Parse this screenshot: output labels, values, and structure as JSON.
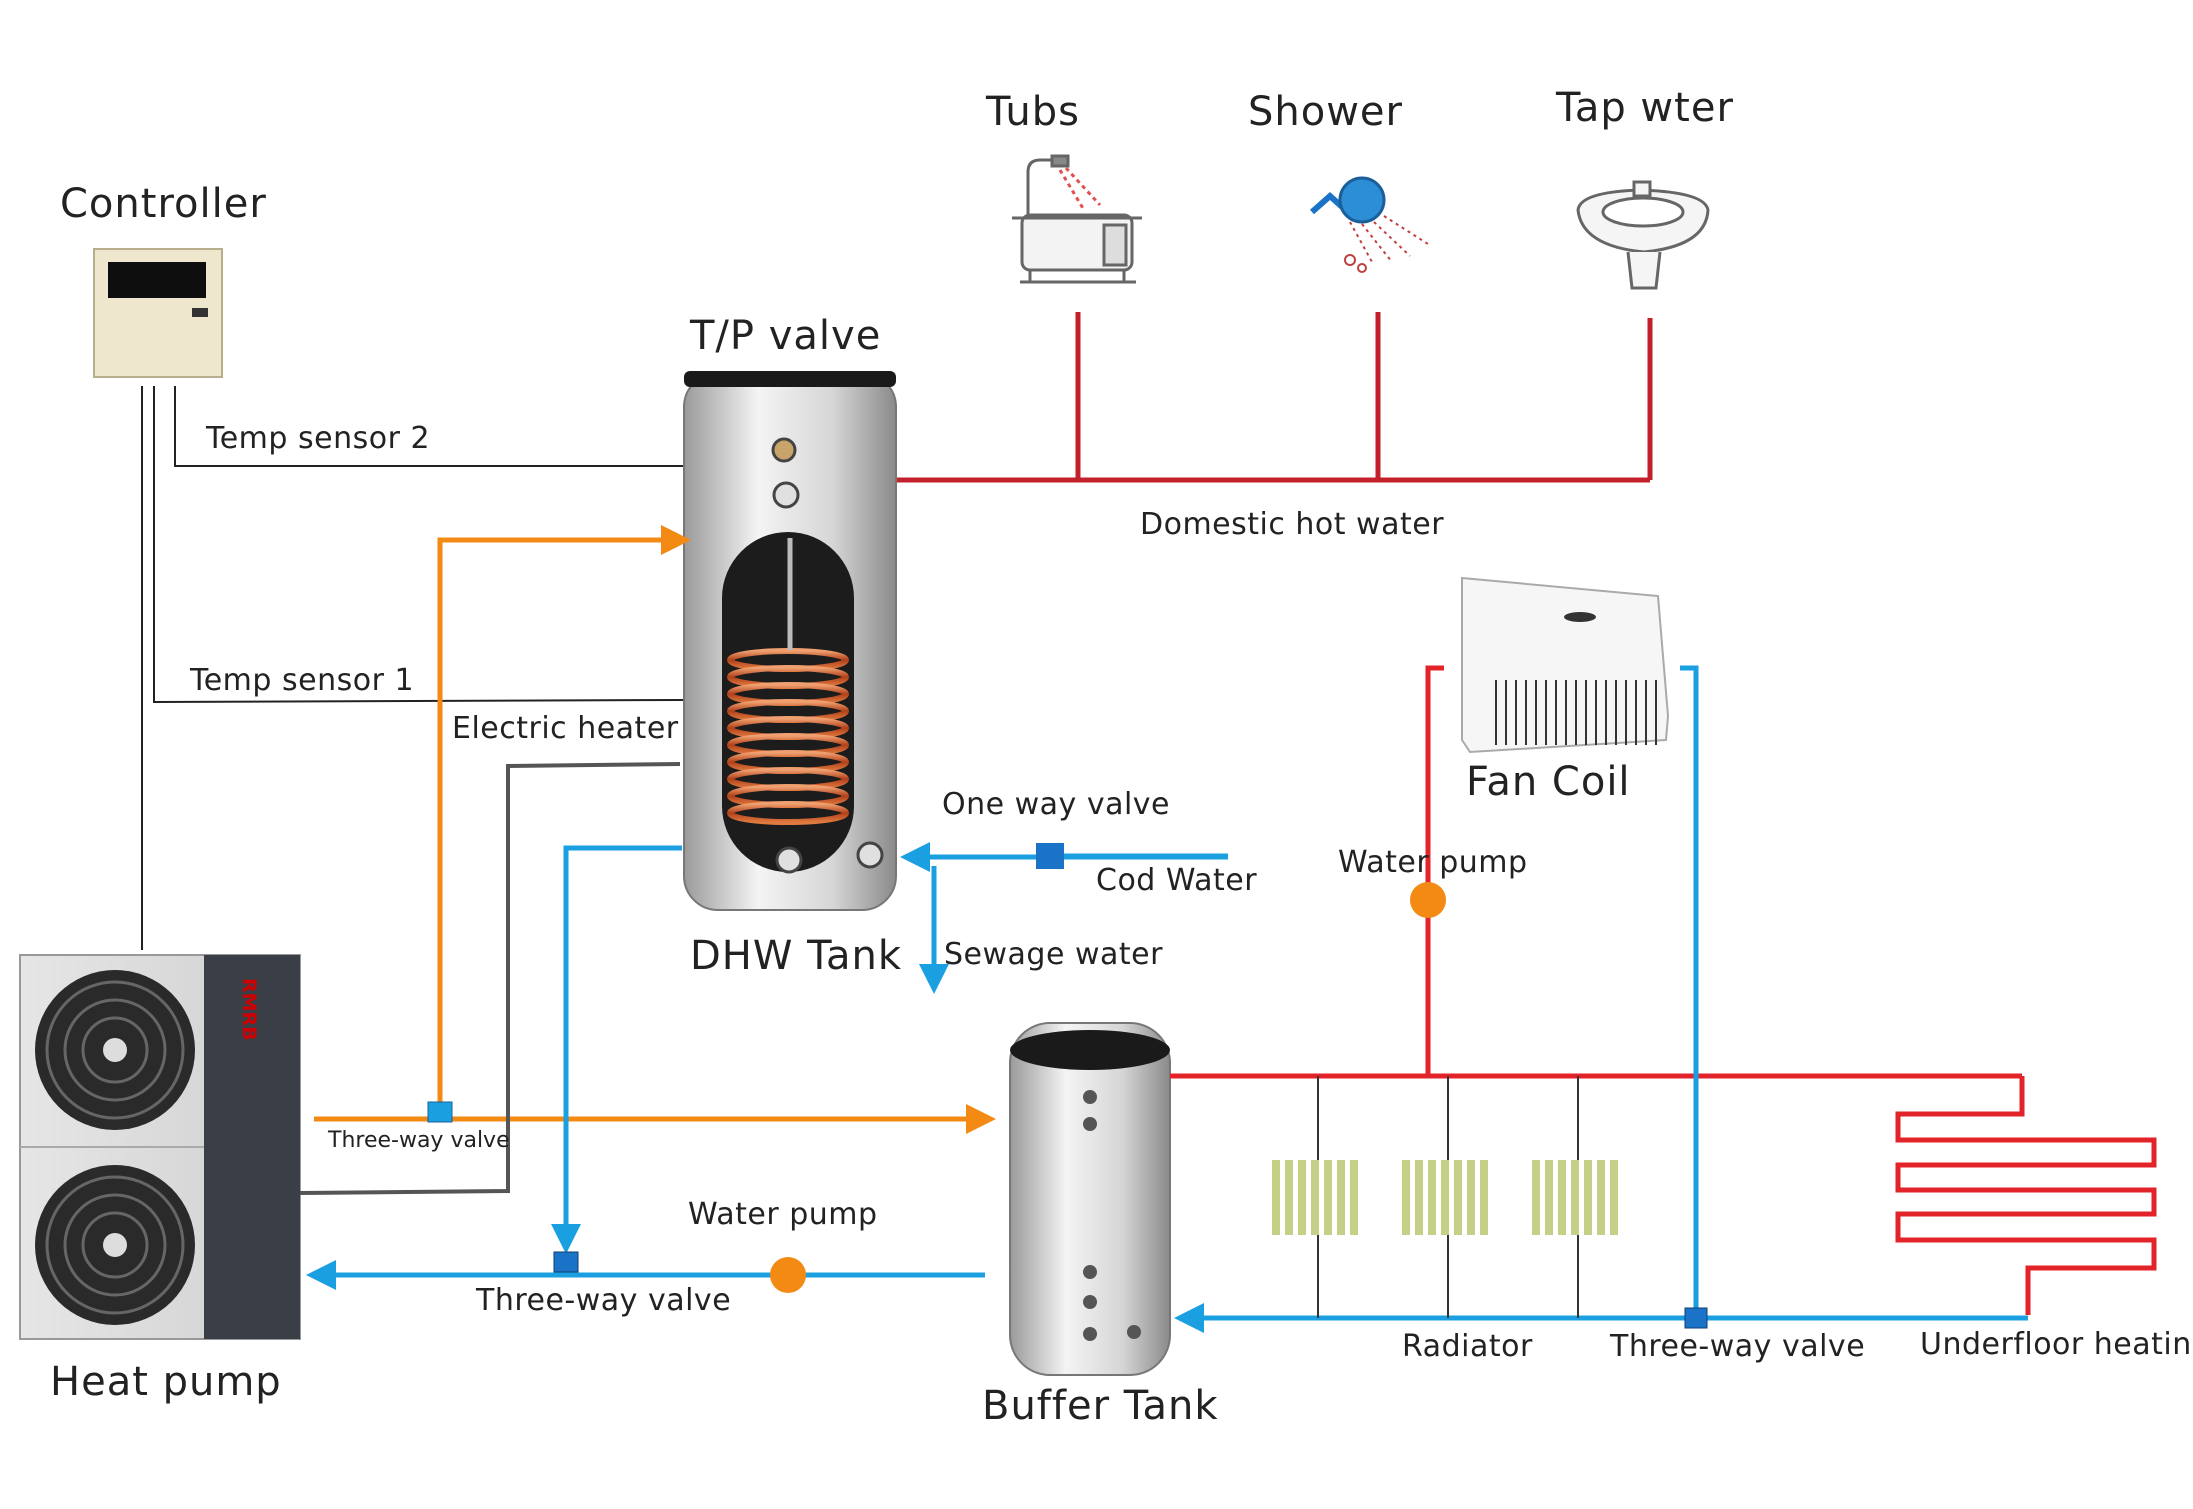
{
  "labels": {
    "tubs": "Tubs",
    "shower": "Shower",
    "tap_water": "Tap wter",
    "controller": "Controller",
    "tp_valve": "T/P valve",
    "temp_sensor_2": "Temp sensor 2",
    "temp_sensor_1": "Temp sensor 1",
    "electric_heater": "Electric heater",
    "domestic_hot_water": "Domestic hot water",
    "fan_coil": "Fan Coil",
    "one_way_valve": "One way valve",
    "cold_water": "Cod Water",
    "water_pump_fancoil": "Water pump",
    "dhw_tank": "DHW Tank",
    "sewage_water": "Sewage water",
    "three_way_valve_top": "Three-way valve",
    "water_pump_main": "Water pump",
    "three_way_valve_bottom": "Three-way valve",
    "heat_pump": "Heat pump",
    "buffer_tank": "Buffer Tank",
    "radiator": "Radiator",
    "three_way_valve_right": "Three-way valve",
    "underfloor_heating": "Underfloor heating"
  },
  "brand_mark": "RMRB",
  "colors": {
    "hot_pipe": "#e3232a",
    "dhw_pipe": "#c4202c",
    "cold_pipe": "#1aa0e0",
    "heat_pump_loop": "#f28a14",
    "wire": "#222222",
    "heater_wire": "#555555",
    "pump": "#f28a14",
    "valve": "#1a73c7",
    "radiator": "#c6cf86"
  }
}
